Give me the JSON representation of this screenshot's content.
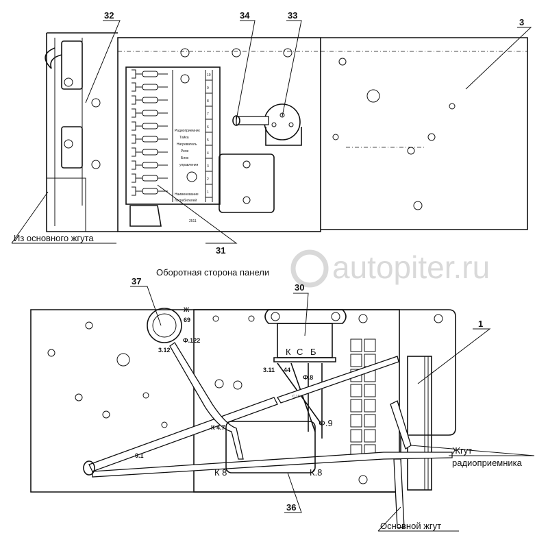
{
  "callouts": {
    "c32": "32",
    "c34": "34",
    "c33": "33",
    "c3": "3",
    "c31": "31",
    "c37": "37",
    "c30": "30",
    "c1": "1",
    "c36": "36"
  },
  "captions": {
    "from_main_harness": "Из основного жгута",
    "panel_back_side": "Оборотная сторона панели",
    "radio_harness_line1": "Жгут",
    "radio_harness_line2": "радиоприемника",
    "main_harness": "Основной жгут"
  },
  "watermark": "autopiter.ru",
  "part_number": "2511",
  "fuse_box": {
    "slot_numbers": [
      "10",
      "9",
      "8",
      "7",
      "6",
      "5",
      "4",
      "3",
      "2",
      "1"
    ],
    "labels": [
      "Радиоприемник",
      "Тайка",
      "Нагреватель",
      "Реле",
      "Блок",
      "управления"
    ],
    "header": [
      "Наименование",
      "потребителей"
    ]
  },
  "wire_marks": {
    "zh": "Ж",
    "n69": "69",
    "f122": "Ф.122",
    "z312": "3.12",
    "k": "К",
    "s": "С",
    "b": "Б",
    "z311": "3.11",
    "n44": "44",
    "f8": "Ф.8",
    "s10": "С.10",
    "f9": "Ф.9",
    "k47": "К 4.7",
    "o1": "0.1",
    "k8a": "К 8",
    "k8b": "К.8"
  }
}
